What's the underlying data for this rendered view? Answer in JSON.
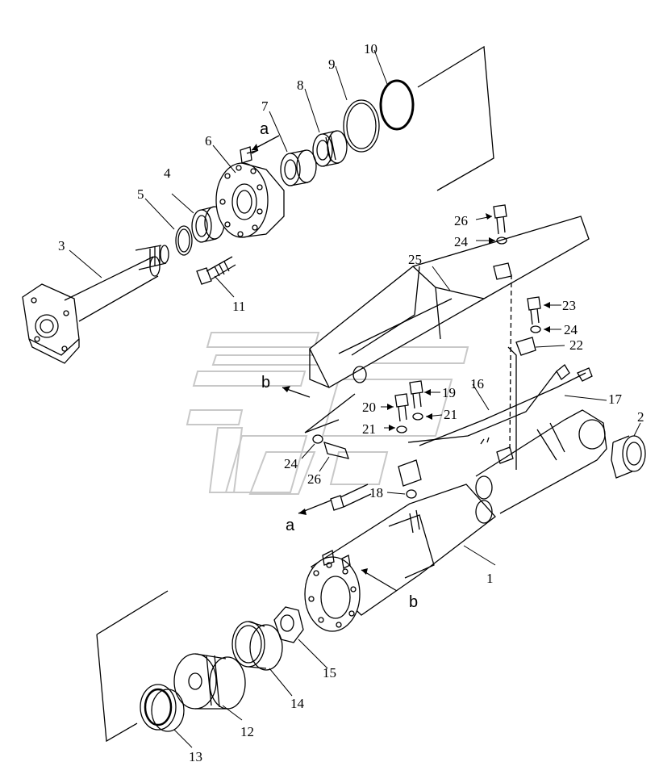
{
  "diagram": {
    "type": "exploded-parts-view",
    "parts": [
      {
        "number": "1"
      },
      {
        "number": "2"
      },
      {
        "number": "3"
      },
      {
        "number": "4"
      },
      {
        "number": "5"
      },
      {
        "number": "6"
      },
      {
        "number": "7"
      },
      {
        "number": "8"
      },
      {
        "number": "9"
      },
      {
        "number": "10"
      },
      {
        "number": "11"
      },
      {
        "number": "12"
      },
      {
        "number": "13"
      },
      {
        "number": "14"
      },
      {
        "number": "15"
      },
      {
        "number": "16"
      },
      {
        "number": "17"
      },
      {
        "number": "18"
      },
      {
        "number": "19"
      },
      {
        "number": "20"
      },
      {
        "number": "21"
      },
      {
        "number": "22"
      },
      {
        "number": "23"
      },
      {
        "number": "24"
      },
      {
        "number": "25"
      },
      {
        "number": "26"
      }
    ],
    "connection_markers": [
      "a",
      "b"
    ],
    "line_color": "#000000",
    "watermark_color": "#c8c8c8"
  }
}
